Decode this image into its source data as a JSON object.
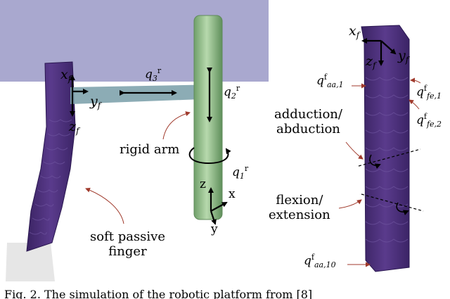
{
  "left_panel": {
    "finger_frame": {
      "x": "x",
      "y": "y",
      "z": "z",
      "sub": "f"
    },
    "arm_coords": {
      "q3": {
        "base": "q",
        "index": "3",
        "sup": "r"
      },
      "q2": {
        "base": "q",
        "index": "2",
        "sup": "r"
      },
      "q1": {
        "base": "q",
        "index": "1",
        "sup": "r"
      }
    },
    "base_axes": {
      "z": "z",
      "x": "x",
      "y": "y"
    },
    "labels": {
      "rigid_arm": "rigid arm",
      "soft_finger_line1": "soft passive",
      "soft_finger_line2": "finger"
    }
  },
  "right_panel": {
    "finger_frame": {
      "x": "x",
      "y": "y",
      "z": "z",
      "sub": "f"
    },
    "joint_labels": {
      "q_aa1": {
        "base": "q",
        "sup": "f",
        "sub": "aa,1"
      },
      "q_fe1": {
        "base": "q",
        "sup": "f",
        "sub": "fe,1"
      },
      "q_fe2": {
        "base": "q",
        "sup": "f",
        "sub": "fe,2"
      },
      "q_aa10": {
        "base": "q",
        "sup": "f",
        "sub": "aa,10"
      }
    },
    "labels": {
      "adduction_line1": "adduction/",
      "adduction_line2": "abduction",
      "flexion_line1": "flexion/",
      "flexion_line2": "extension"
    }
  },
  "caption_fragment": "Fig. 2.  The simulation of the robotic platform from [8]",
  "colors": {
    "finger": "#4a2e78",
    "finger_dark": "#2f1a55",
    "wall": "#a9a8cf",
    "arm": "#7fa3ad",
    "post": "#8fbf86",
    "annotation_arrow": "#a03a2c"
  }
}
